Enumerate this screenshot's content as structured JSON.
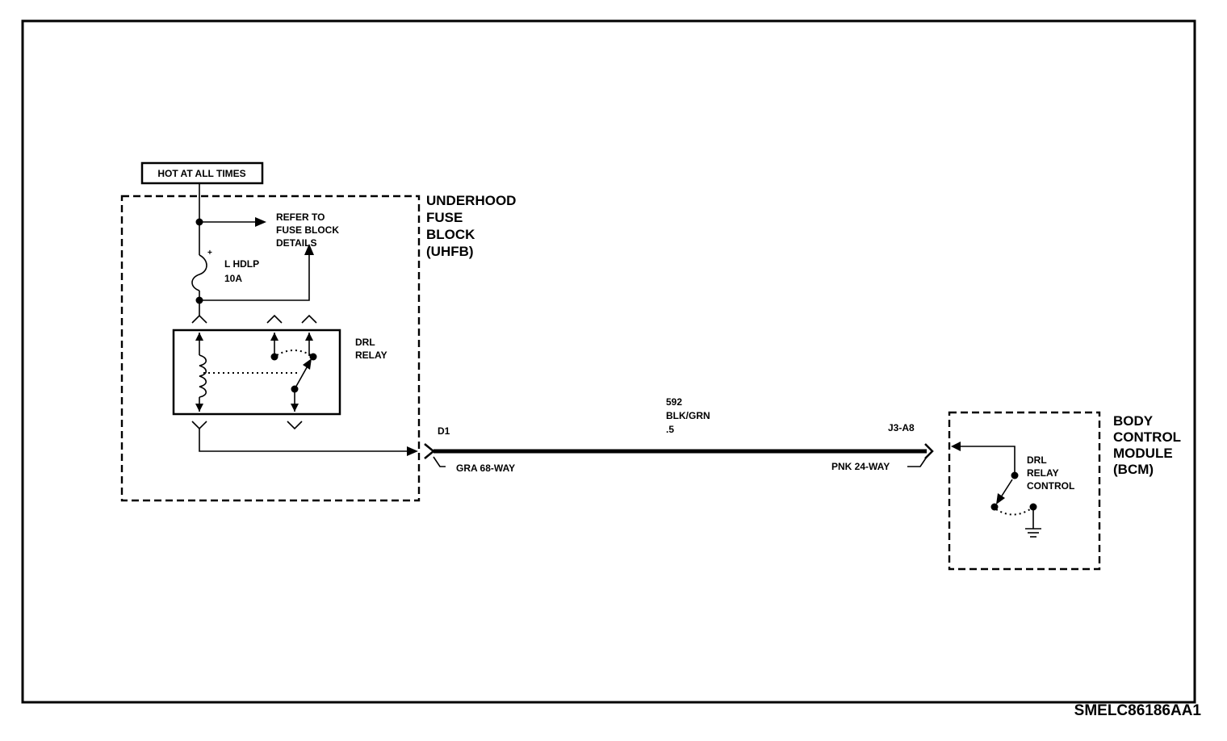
{
  "sheet": {
    "code": "SMELC86186AA1"
  },
  "power": {
    "label": "HOT AT ALL TIMES"
  },
  "uhfb": {
    "name_lines": [
      "UNDERHOOD",
      "FUSE",
      "BLOCK",
      "(UHFB)"
    ],
    "refer_lines": [
      "REFER TO",
      "FUSE BLOCK",
      "DETAILS"
    ],
    "fuse_lines": [
      "L HDLP",
      "10A"
    ],
    "relay_lines": [
      "DRL",
      "RELAY"
    ],
    "connector": {
      "pin": "D1",
      "name": "GRA 68-WAY"
    }
  },
  "wire": {
    "circuit": "592",
    "color": "BLK/GRN",
    "gauge": ".5"
  },
  "bcm": {
    "name_lines": [
      "BODY",
      "CONTROL",
      "MODULE",
      "(BCM)"
    ],
    "control_lines": [
      "DRL",
      "RELAY",
      "CONTROL"
    ],
    "connector": {
      "pin": "J3-A8",
      "name": "PNK 24-WAY"
    }
  }
}
